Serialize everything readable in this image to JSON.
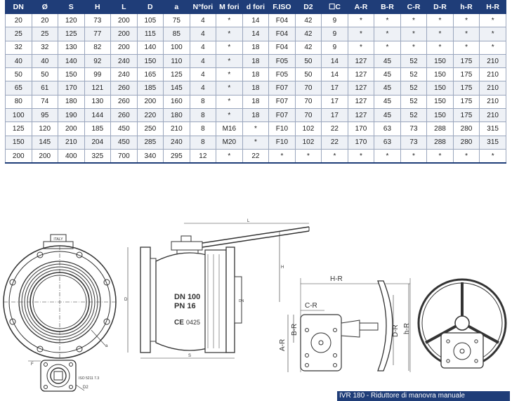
{
  "table": {
    "headers": [
      "DN",
      "Ø",
      "S",
      "H",
      "L",
      "D",
      "a",
      "N°fori",
      "M fori",
      "d fori",
      "F.ISO",
      "D2",
      "☐C",
      "A-R",
      "B-R",
      "C-R",
      "D-R",
      "h-R",
      "H-R"
    ],
    "rows": [
      [
        "20",
        "20",
        "120",
        "73",
        "200",
        "105",
        "75",
        "4",
        "*",
        "14",
        "F04",
        "42",
        "9",
        "*",
        "*",
        "*",
        "*",
        "*",
        "*"
      ],
      [
        "25",
        "25",
        "125",
        "77",
        "200",
        "115",
        "85",
        "4",
        "*",
        "14",
        "F04",
        "42",
        "9",
        "*",
        "*",
        "*",
        "*",
        "*",
        "*"
      ],
      [
        "32",
        "32",
        "130",
        "82",
        "200",
        "140",
        "100",
        "4",
        "*",
        "18",
        "F04",
        "42",
        "9",
        "*",
        "*",
        "*",
        "*",
        "*",
        "*"
      ],
      [
        "40",
        "40",
        "140",
        "92",
        "240",
        "150",
        "110",
        "4",
        "*",
        "18",
        "F05",
        "50",
        "14",
        "127",
        "45",
        "52",
        "150",
        "175",
        "210"
      ],
      [
        "50",
        "50",
        "150",
        "99",
        "240",
        "165",
        "125",
        "4",
        "*",
        "18",
        "F05",
        "50",
        "14",
        "127",
        "45",
        "52",
        "150",
        "175",
        "210"
      ],
      [
        "65",
        "61",
        "170",
        "121",
        "260",
        "185",
        "145",
        "4",
        "*",
        "18",
        "F07",
        "70",
        "17",
        "127",
        "45",
        "52",
        "150",
        "175",
        "210"
      ],
      [
        "80",
        "74",
        "180",
        "130",
        "260",
        "200",
        "160",
        "8",
        "*",
        "18",
        "F07",
        "70",
        "17",
        "127",
        "45",
        "52",
        "150",
        "175",
        "210"
      ],
      [
        "100",
        "95",
        "190",
        "144",
        "260",
        "220",
        "180",
        "8",
        "*",
        "18",
        "F07",
        "70",
        "17",
        "127",
        "45",
        "52",
        "150",
        "175",
        "210"
      ],
      [
        "125",
        "120",
        "200",
        "185",
        "450",
        "250",
        "210",
        "8",
        "M16",
        "*",
        "F10",
        "102",
        "22",
        "170",
        "63",
        "73",
        "288",
        "280",
        "315"
      ],
      [
        "150",
        "145",
        "210",
        "204",
        "450",
        "285",
        "240",
        "8",
        "M20",
        "*",
        "F10",
        "102",
        "22",
        "170",
        "63",
        "73",
        "288",
        "280",
        "315"
      ],
      [
        "200",
        "200",
        "400",
        "325",
        "700",
        "340",
        "295",
        "12",
        "*",
        "22",
        "*",
        "*",
        "*",
        "*",
        "*",
        "*",
        "*",
        "*",
        "*"
      ]
    ]
  },
  "drawing_labels": {
    "italy": "ITALY",
    "iso": "ISO 5211 7.3",
    "f": "F",
    "d2": "D2",
    "dn": "DN 100",
    "pn": "PN 16",
    "ce": "CE",
    "ce_num": "0425",
    "L": "L",
    "H": "H",
    "D": "D",
    "S": "S",
    "DN_dim": "DN",
    "a": "a",
    "hr": "H-R",
    "cr": "C-R",
    "ar": "A-R",
    "br": "B-R",
    "dr": "D-R",
    "hr2": "h-R"
  },
  "footer": {
    "caption": "IVR 180 - Riduttore di manovra manuale"
  }
}
